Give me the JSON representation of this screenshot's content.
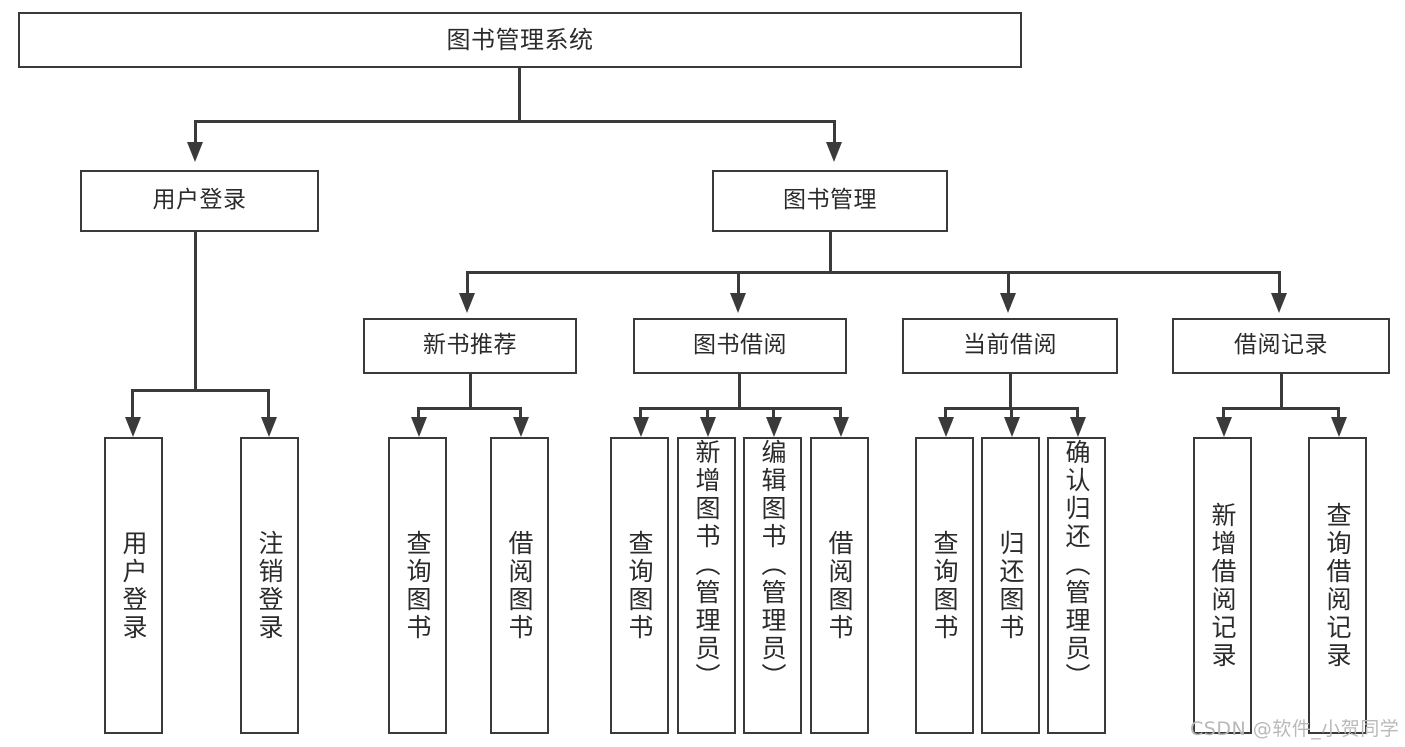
{
  "diagram": {
    "title": "图书管理系统",
    "type": "tree-hierarchy-diagram",
    "colors": {
      "stroke": "#3a3a3a",
      "fill": "#ffffff",
      "text": "#2b2b2b",
      "watermark": "#b9b9b9"
    },
    "root": {
      "label": "图书管理系统"
    },
    "level2": [
      {
        "label": "用户登录"
      },
      {
        "label": "图书管理"
      }
    ],
    "level3": [
      {
        "label": "新书推荐"
      },
      {
        "label": "图书借阅"
      },
      {
        "label": "当前借阅"
      },
      {
        "label": "借阅记录"
      }
    ],
    "leaves": {
      "user_login": [
        {
          "label": "用户登录"
        },
        {
          "label": "注销登录"
        }
      ],
      "new_book_recommend": [
        {
          "label": "查询图书"
        },
        {
          "label": "借阅图书"
        }
      ],
      "book_borrow": [
        {
          "label": "查询图书"
        },
        {
          "label": "新增图书（管理员）"
        },
        {
          "label": "编辑图书（管理员）"
        },
        {
          "label": "借阅图书"
        }
      ],
      "current_borrow": [
        {
          "label": "查询图书"
        },
        {
          "label": "归还图书"
        },
        {
          "label": "确认归还（管理员）"
        }
      ],
      "borrow_record": [
        {
          "label": "新增借阅记录"
        },
        {
          "label": "查询借阅记录"
        }
      ]
    },
    "watermark": "CSDN @软件_小贺同学"
  }
}
